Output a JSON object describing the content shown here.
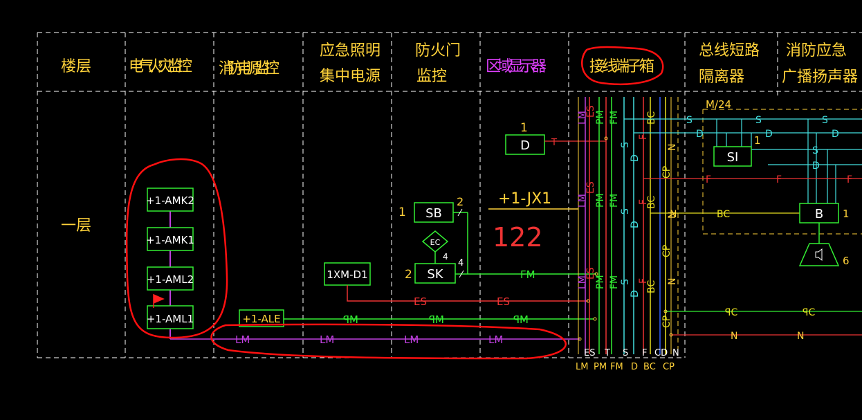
{
  "columns": {
    "floor": "楼层",
    "fire_monitor": "电气火灾监控",
    "power_monitor": "消防电源监控",
    "emergency_light_1": "应急照明",
    "emergency_light_2": "集中电源",
    "fire_door_1": "防火门",
    "fire_door_2": "监控",
    "zone_display": "区域显示器",
    "terminal_box": "接线端子箱",
    "isolator_1": "总线短路",
    "isolator_2": "隔离器",
    "broadcast_1": "消防应急",
    "broadcast_2": "广播扬声器"
  },
  "floor_label": "一层",
  "modules": {
    "amk2": "+1-AMK2",
    "amk1": "+1-AMK1",
    "aml2": "+1-AML2",
    "aml1": "+1-AML1",
    "ale": "+1-ALE",
    "xmd1": "1XM-D1",
    "sb": "SB",
    "sk": "SK",
    "ec": "EC",
    "d": "D",
    "si": "SI",
    "b": "B"
  },
  "numbers": {
    "d_count": "1",
    "sb_count": "1",
    "sb_mark": "2",
    "sk_count": "2",
    "ec_count": "4",
    "sk_mark": "4",
    "si_count": "1",
    "b_count": "1",
    "speaker_count": "6",
    "jx1": "+1-JX1",
    "big_num": "122",
    "m24": "M/24"
  },
  "wire_labels": {
    "lm": "LM",
    "pm": "PM",
    "pm_rev": "ꟼM",
    "es": "ES",
    "fm": "FM",
    "t": "T",
    "s": "S",
    "d": "D",
    "f": "F",
    "bc": "BC",
    "cd": "CD",
    "cp": "CP",
    "cp_rev": "ꟼC",
    "n": "N"
  },
  "bus_bottom": [
    "ES",
    "T",
    "S",
    "F",
    "CD",
    "N"
  ],
  "bus_bottom2": [
    "LM",
    "PM",
    "FM",
    "D",
    "BC",
    "CP"
  ],
  "colors": {
    "grid": "#ffffff",
    "header_yellow": "#ffd23a",
    "header_magenta": "#e040ff",
    "green": "#33ee33",
    "magenta": "#c040e0",
    "red": "#ee3333",
    "cyan": "#44e0e0",
    "yellow": "#e8e020",
    "blue": "#3060ff",
    "annotation": "#ff1010"
  }
}
